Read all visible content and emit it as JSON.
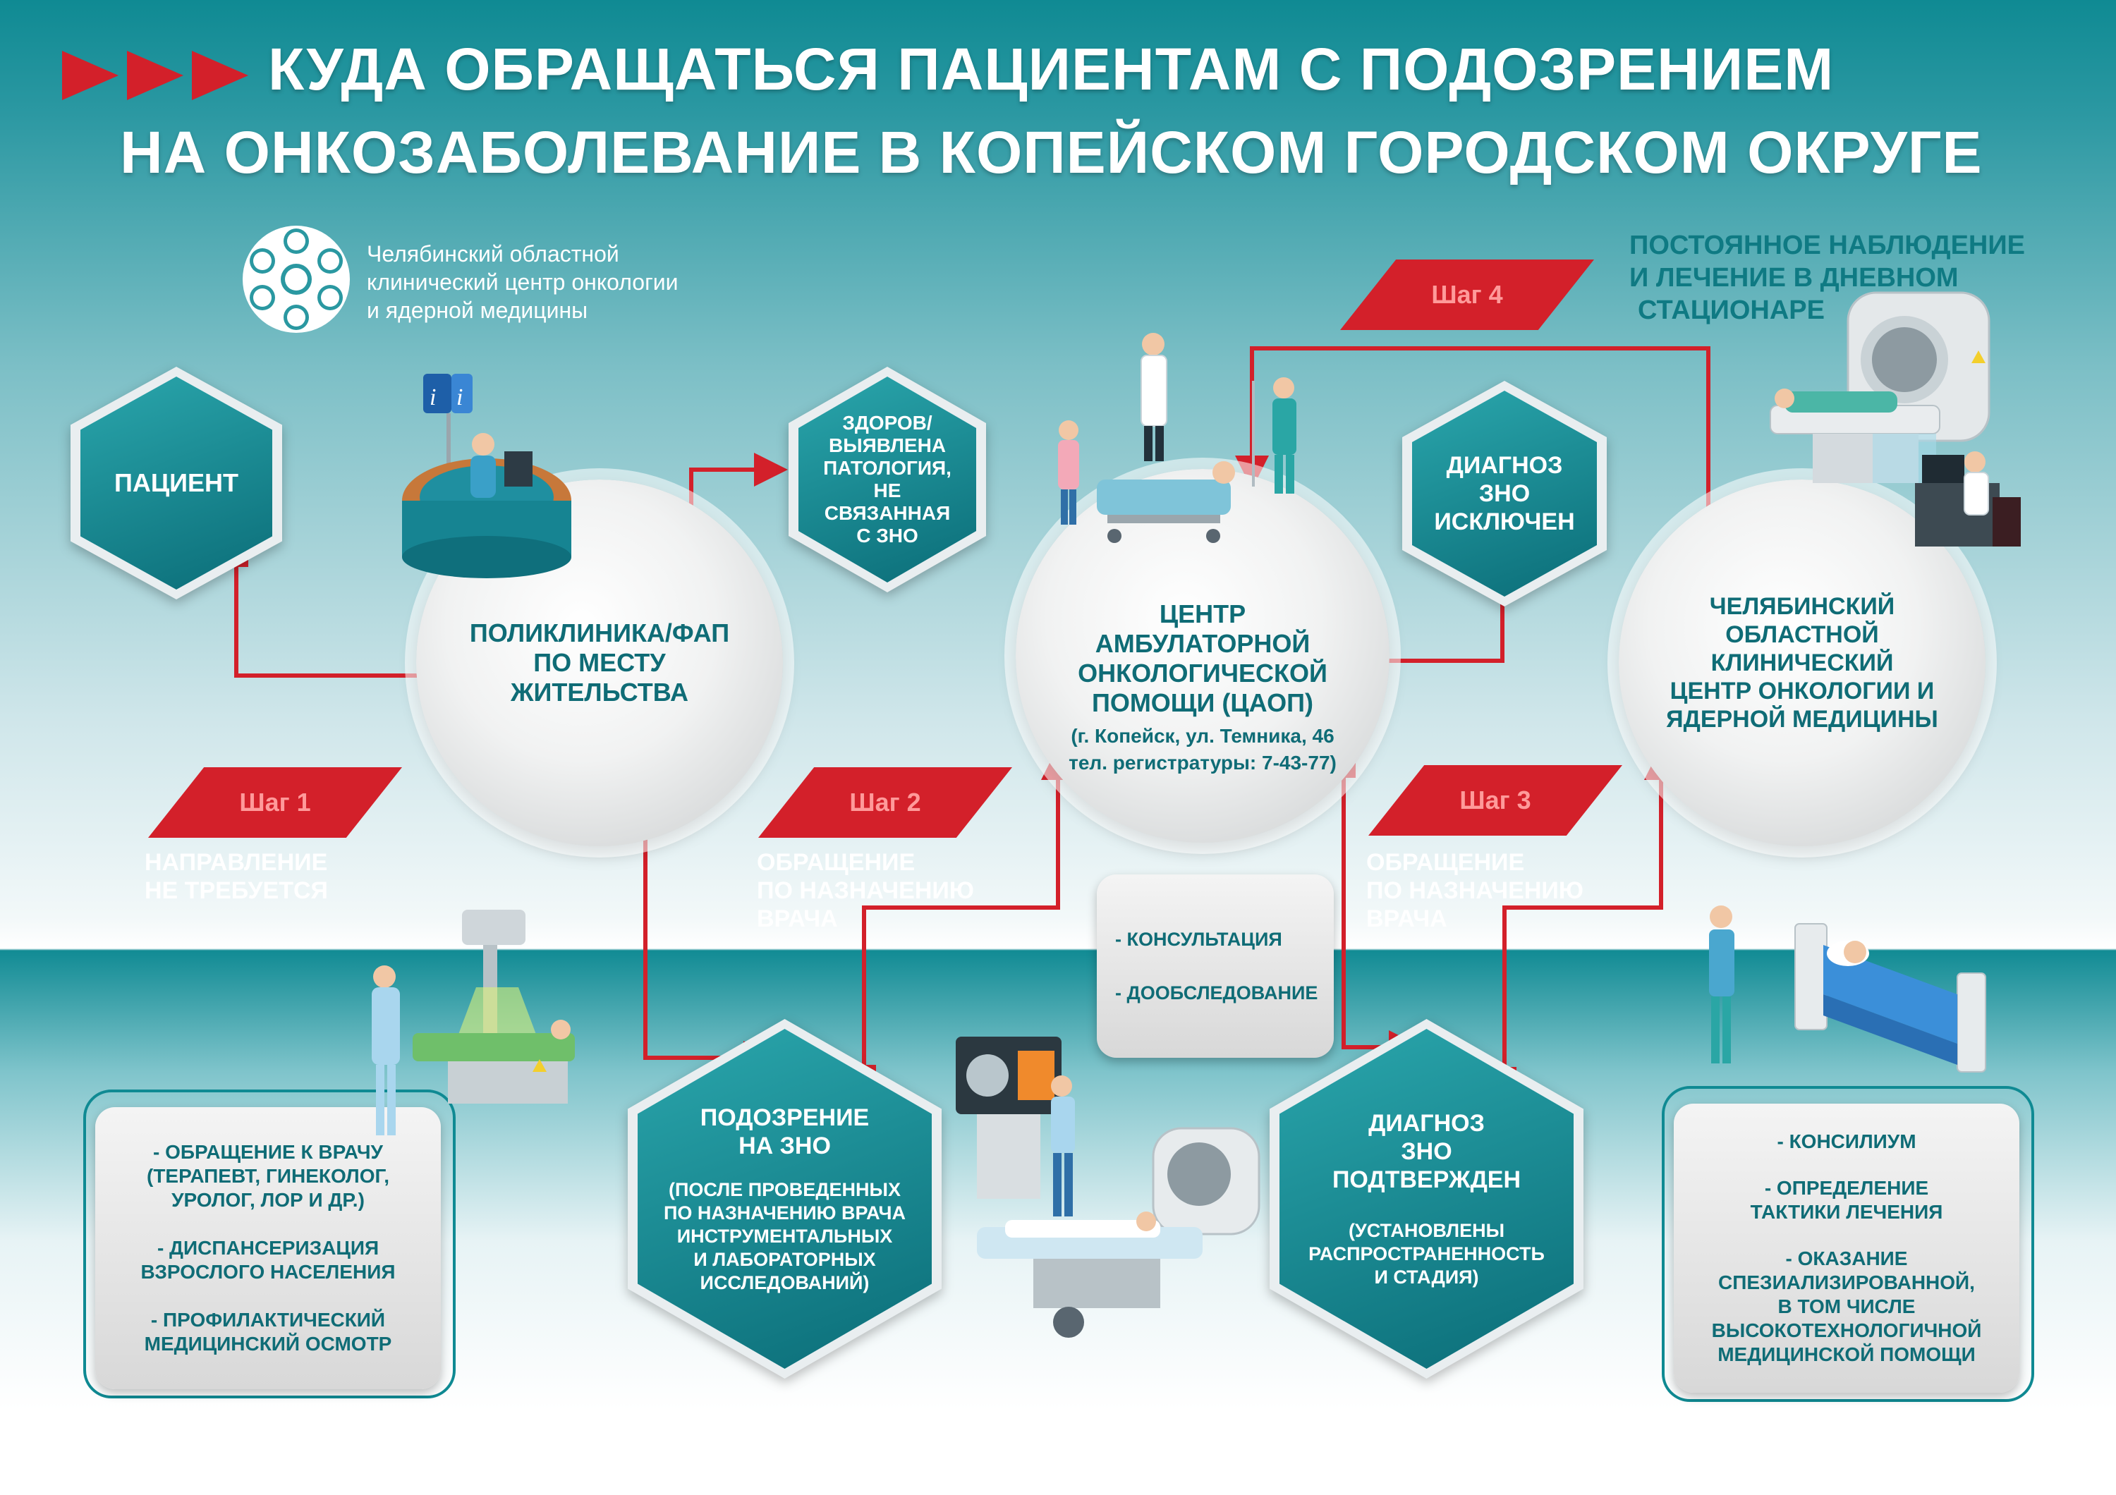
{
  "title": {
    "line1": "КУДА ОБРАЩАТЬСЯ ПАЦИЕНТАМ С ПОДОЗРЕНИЕМ",
    "line2": "НА ОНКОЗАБОЛЕВАНИЕ В КОПЕЙСКОМ ГОРОДСКОМ ОКРУГЕ"
  },
  "logo": {
    "line1": "Челябинский областной",
    "line2": "клинический центр онкологии",
    "line3": "и ядерной медицины"
  },
  "colors": {
    "accent_red": "#d3202a",
    "teal": "#0f8a93",
    "teal_dark": "#0f6c76"
  },
  "nodes": {
    "patient": "ПАЦИЕНТ",
    "clinic": [
      "ПОЛИКЛИНИКА/ФАП",
      "ПО МЕСТУ",
      "ЖИТЕЛЬСТВА"
    ],
    "healthy": [
      "ЗДОРОВ/",
      "ВЫЯВЛЕНА",
      "ПАТОЛОГИЯ,",
      "НЕ СВЯЗАННАЯ",
      "С ЗНО"
    ],
    "caop": {
      "lines": [
        "ЦЕНТР",
        "АМБУЛАТОРНОЙ",
        "ОНКОЛОГИЧЕСКОЙ",
        "ПОМОЩИ (ЦАОП)"
      ],
      "address": "(г. Копейск, ул. Темника, 46",
      "phone": "тел. регистратуры: 7-43-77)"
    },
    "excluded": [
      "ДИАГНОЗ",
      "ЗНО",
      "ИСКЛЮЧЕН"
    ],
    "regional": [
      "ЧЕЛЯБИНСКИЙ",
      "ОБЛАСТНОЙ",
      "КЛИНИЧЕСКИЙ",
      "ЦЕНТР ОНКОЛОГИИ И",
      "ЯДЕРНОЙ МЕДИЦИНЫ"
    ],
    "suspicion": {
      "lines": [
        "ПОДОЗРЕНИЕ",
        "НА ЗНО"
      ],
      "details": [
        "(ПОСЛЕ ПРОВЕДЕННЫХ",
        "ПО НАЗНАЧЕНИЮ ВРАЧА",
        "ИНСТРУМЕНТАЛЬНЫХ",
        "И ЛАБОРАТОРНЫХ",
        "ИССЛЕДОВАНИЙ)"
      ]
    },
    "confirmed": {
      "lines": [
        "ДИАГНОЗ",
        "ЗНО",
        "ПОДТВЕРЖДЕН"
      ],
      "details": [
        "(УСТАНОВЛЕНЫ",
        "РАСПРОСТРАНЕННОСТЬ",
        "И СТАДИЯ)"
      ]
    }
  },
  "steps": [
    {
      "label": "Шаг 1",
      "note": [
        "НАПРАВЛЕНИЕ",
        "НЕ ТРЕБУЕТСЯ"
      ]
    },
    {
      "label": "Шаг 2",
      "note": [
        "ОБРАЩЕНИЕ",
        "ПО НАЗНАЧЕНИЮ",
        "ВРАЧА"
      ]
    },
    {
      "label": "Шаг 3",
      "note": [
        "ОБРАЩЕНИЕ",
        "ПО НАЗНАЧЕНИЮ",
        "ВРАЧА"
      ]
    },
    {
      "label": "Шаг 4"
    }
  ],
  "observation": [
    "ПОСТОЯННОЕ НАБЛЮДЕНИЕ",
    "И ЛЕЧЕНИЕ В ДНЕВНОМ",
    "СТАЦИОНАРЕ"
  ],
  "boxes": {
    "left": [
      "- ОБРАЩЕНИЕ К ВРАЧУ",
      "(ТЕРАПЕВТ, ГИНЕКОЛОГ,",
      "УРОЛОГ, ЛОР И ДР.)",
      "- ДИСПАНСЕРИЗАЦИЯ",
      "ВЗРОСЛОГО НАСЕЛЕНИЯ",
      "- ПРОФИЛАКТИЧЕСКИЙ",
      "МЕДИЦИНСКИЙ ОСМОТР"
    ],
    "center": [
      "- КОНСУЛЬТАЦИЯ",
      "- ДООБСЛЕДОВАНИЕ"
    ],
    "right": [
      "- КОНСИЛИУМ",
      "- ОПРЕДЕЛЕНИЕ",
      "ТАКТИКИ ЛЕЧЕНИЯ",
      "- ОКАЗАНИЕ",
      "СПЕЗИАЛИЗИРОВАННОЙ,",
      "В ТОМ ЧИСЛЕ",
      "ВЫСОКОТЕХНОЛОГИЧНОЙ",
      "МЕДИЦИНСКОЙ ПОМОЩИ"
    ]
  },
  "info_sign": {
    "letter1": "i",
    "letter2": "i"
  }
}
